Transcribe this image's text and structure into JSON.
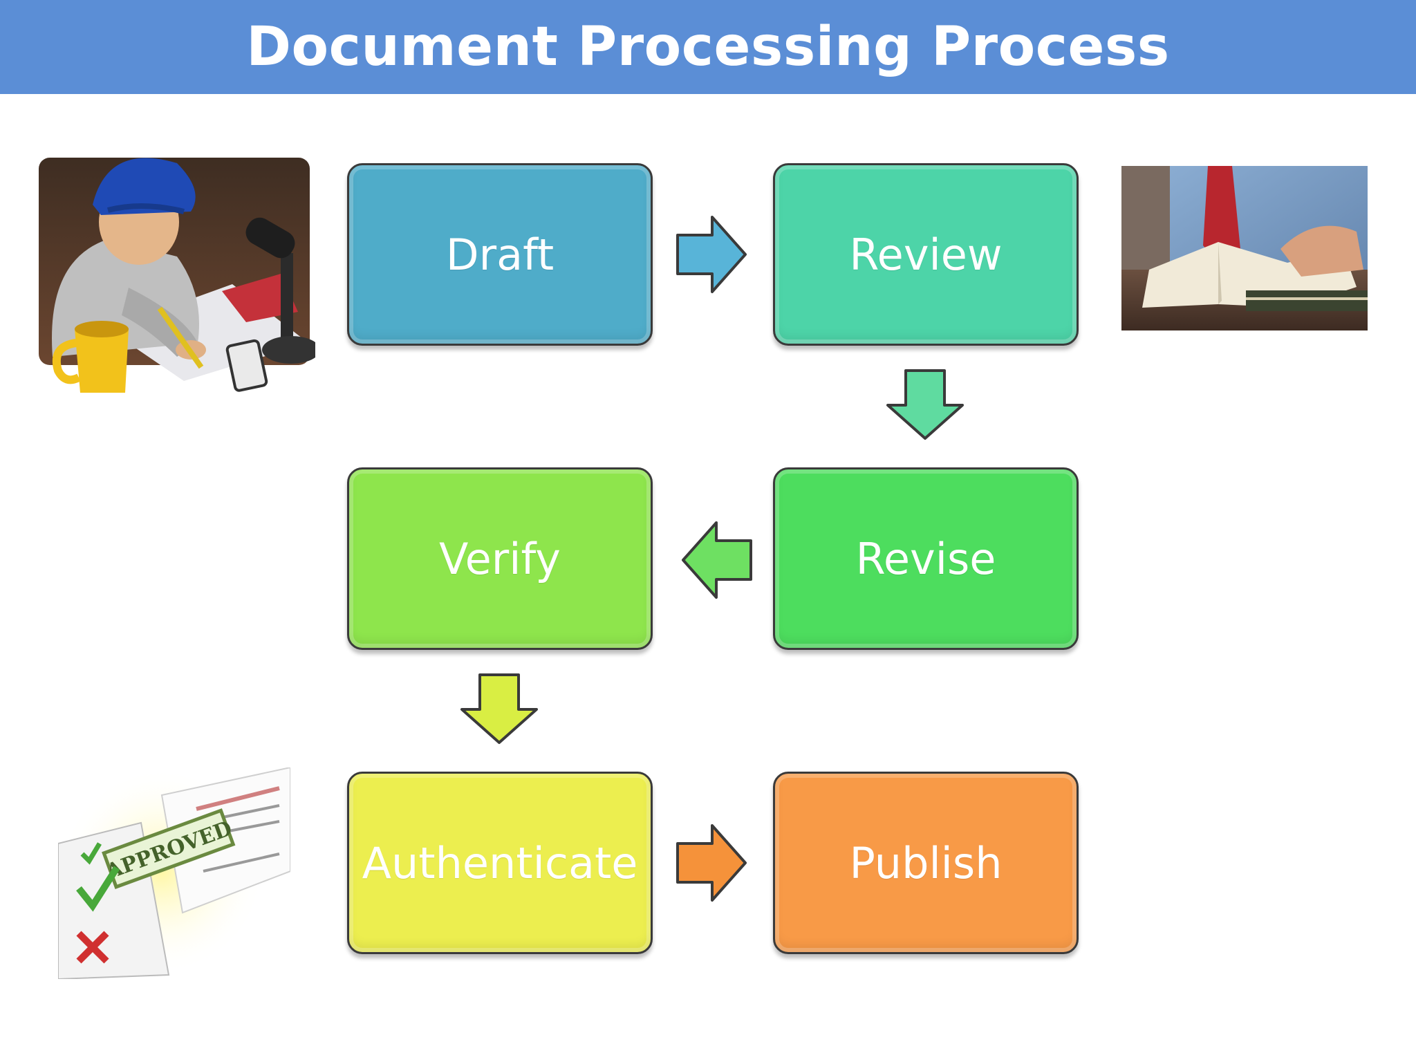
{
  "title": "Document Processing Process",
  "steps": [
    {
      "label": "Draft",
      "color": "#4facc9"
    },
    {
      "label": "Review",
      "color": "#4dd4a8"
    },
    {
      "label": "Revise",
      "color": "#4ddd5e"
    },
    {
      "label": "Verify",
      "color": "#8ee54c"
    },
    {
      "label": "Authenticate",
      "color": "#ecee4f"
    },
    {
      "label": "Publish",
      "color": "#f89a47"
    }
  ],
  "arrows": [
    {
      "from": "Draft",
      "to": "Review",
      "color": "#58b4d8"
    },
    {
      "from": "Review",
      "to": "Revise",
      "color": "#5fdba0"
    },
    {
      "from": "Revise",
      "to": "Verify",
      "color": "#6ee062"
    },
    {
      "from": "Verify",
      "to": "Authenticate",
      "color": "#d9ee43"
    },
    {
      "from": "Authenticate",
      "to": "Publish",
      "color": "#f5923a"
    }
  ],
  "illustrations": {
    "stamp_text": "APPROVED"
  }
}
